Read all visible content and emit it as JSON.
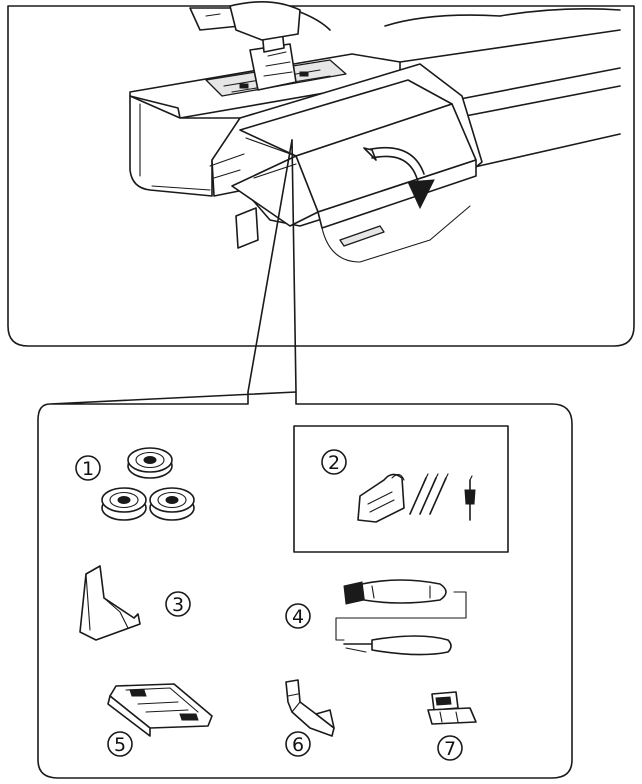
{
  "labels": {
    "item1": "1",
    "item2": "2",
    "item3": "3",
    "item4": "4",
    "item5": "5",
    "item6": "6",
    "item7": "7"
  },
  "icons": {
    "sewing_machine": "sewing-machine-with-accessory-box",
    "bobbins": "bobbin-icon",
    "needles": "needle-pack-icon",
    "edge_guide": "edge-guide-icon",
    "seam_ripper_brush": "seam-ripper-brush-icon",
    "buttonhole_foot": "buttonhole-foot-icon",
    "zipper_foot": "zipper-foot-icon",
    "presser_foot": "presser-foot-icon"
  },
  "colors": {
    "line": "#1a1a1a",
    "background": "#ffffff"
  }
}
